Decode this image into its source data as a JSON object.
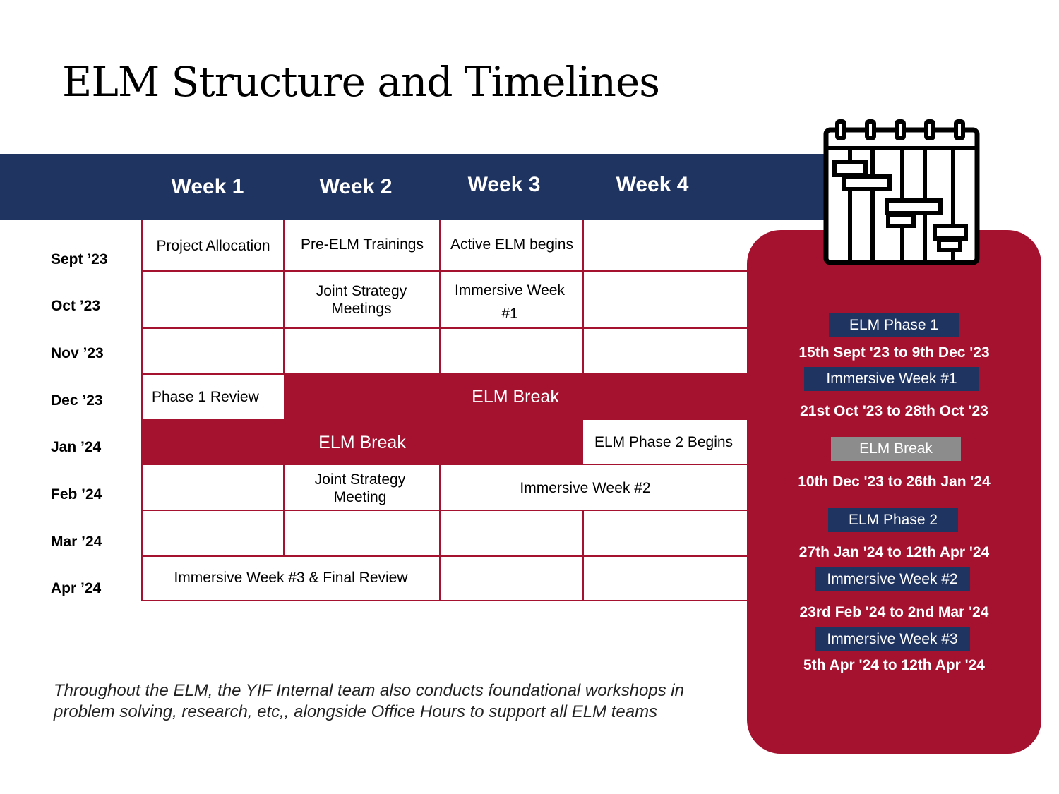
{
  "title": "ELM Structure and Timelines",
  "weeks": [
    "Week 1",
    "Week 2",
    "Week 3",
    "Week 4"
  ],
  "months": [
    "Sept ’23",
    "Oct ’23",
    "Nov ’23",
    "Dec ’23",
    "Jan ’24",
    "Feb ’24",
    "Mar ’24",
    "Apr ’24"
  ],
  "cells": {
    "project_allocation": "Project Allocation",
    "pre_elm_trainings": "Pre-ELM Trainings",
    "active_elm_begins": "Active ELM begins",
    "joint_strategy_meetings": "Joint Strategy Meetings",
    "immersive_week_1": "Immersive Week #1",
    "phase1_review": "Phase 1 Review",
    "elm_break_dec": "ELM Break",
    "elm_break_jan": "ELM Break",
    "elm_phase2_begins": "ELM Phase 2 Begins",
    "joint_strategy_meeting": "Joint Strategy Meeting",
    "immersive_week_2": "Immersive Week #2",
    "immersive_week_3_final": "Immersive Week #3 & Final Review"
  },
  "legend": [
    {
      "label": "ELM Phase 1",
      "dates": "15th Sept '23 to 9th Dec '23",
      "color": "#203461"
    },
    {
      "label": "Immersive Week #1",
      "dates": "21st Oct '23 to 28th Oct '23",
      "color": "#203461"
    },
    {
      "label": "ELM Break",
      "dates": "10th Dec '23 to 26th Jan '24",
      "color": "#8c8c8c"
    },
    {
      "label": "ELM Phase 2",
      "dates": "27th Jan '24 to 12th Apr '24",
      "color": "#203461"
    },
    {
      "label": "Immersive Week #2",
      "dates": "23rd Feb '24 to 2nd Mar '24",
      "color": "#203461"
    },
    {
      "label": "Immersive Week #3",
      "dates": "5th Apr '24 to 12th Apr '24",
      "color": "#203461"
    }
  ],
  "note": "Throughout the ELM, the YIF Internal team also conducts foundational workshops in problem solving, research, etc,, alongside Office Hours to support all ELM teams",
  "colors": {
    "navy": "#203461",
    "crimson": "#a51230",
    "gray": "#8c8c8c"
  },
  "icons": {
    "calendar": "gantt-calendar-icon"
  }
}
